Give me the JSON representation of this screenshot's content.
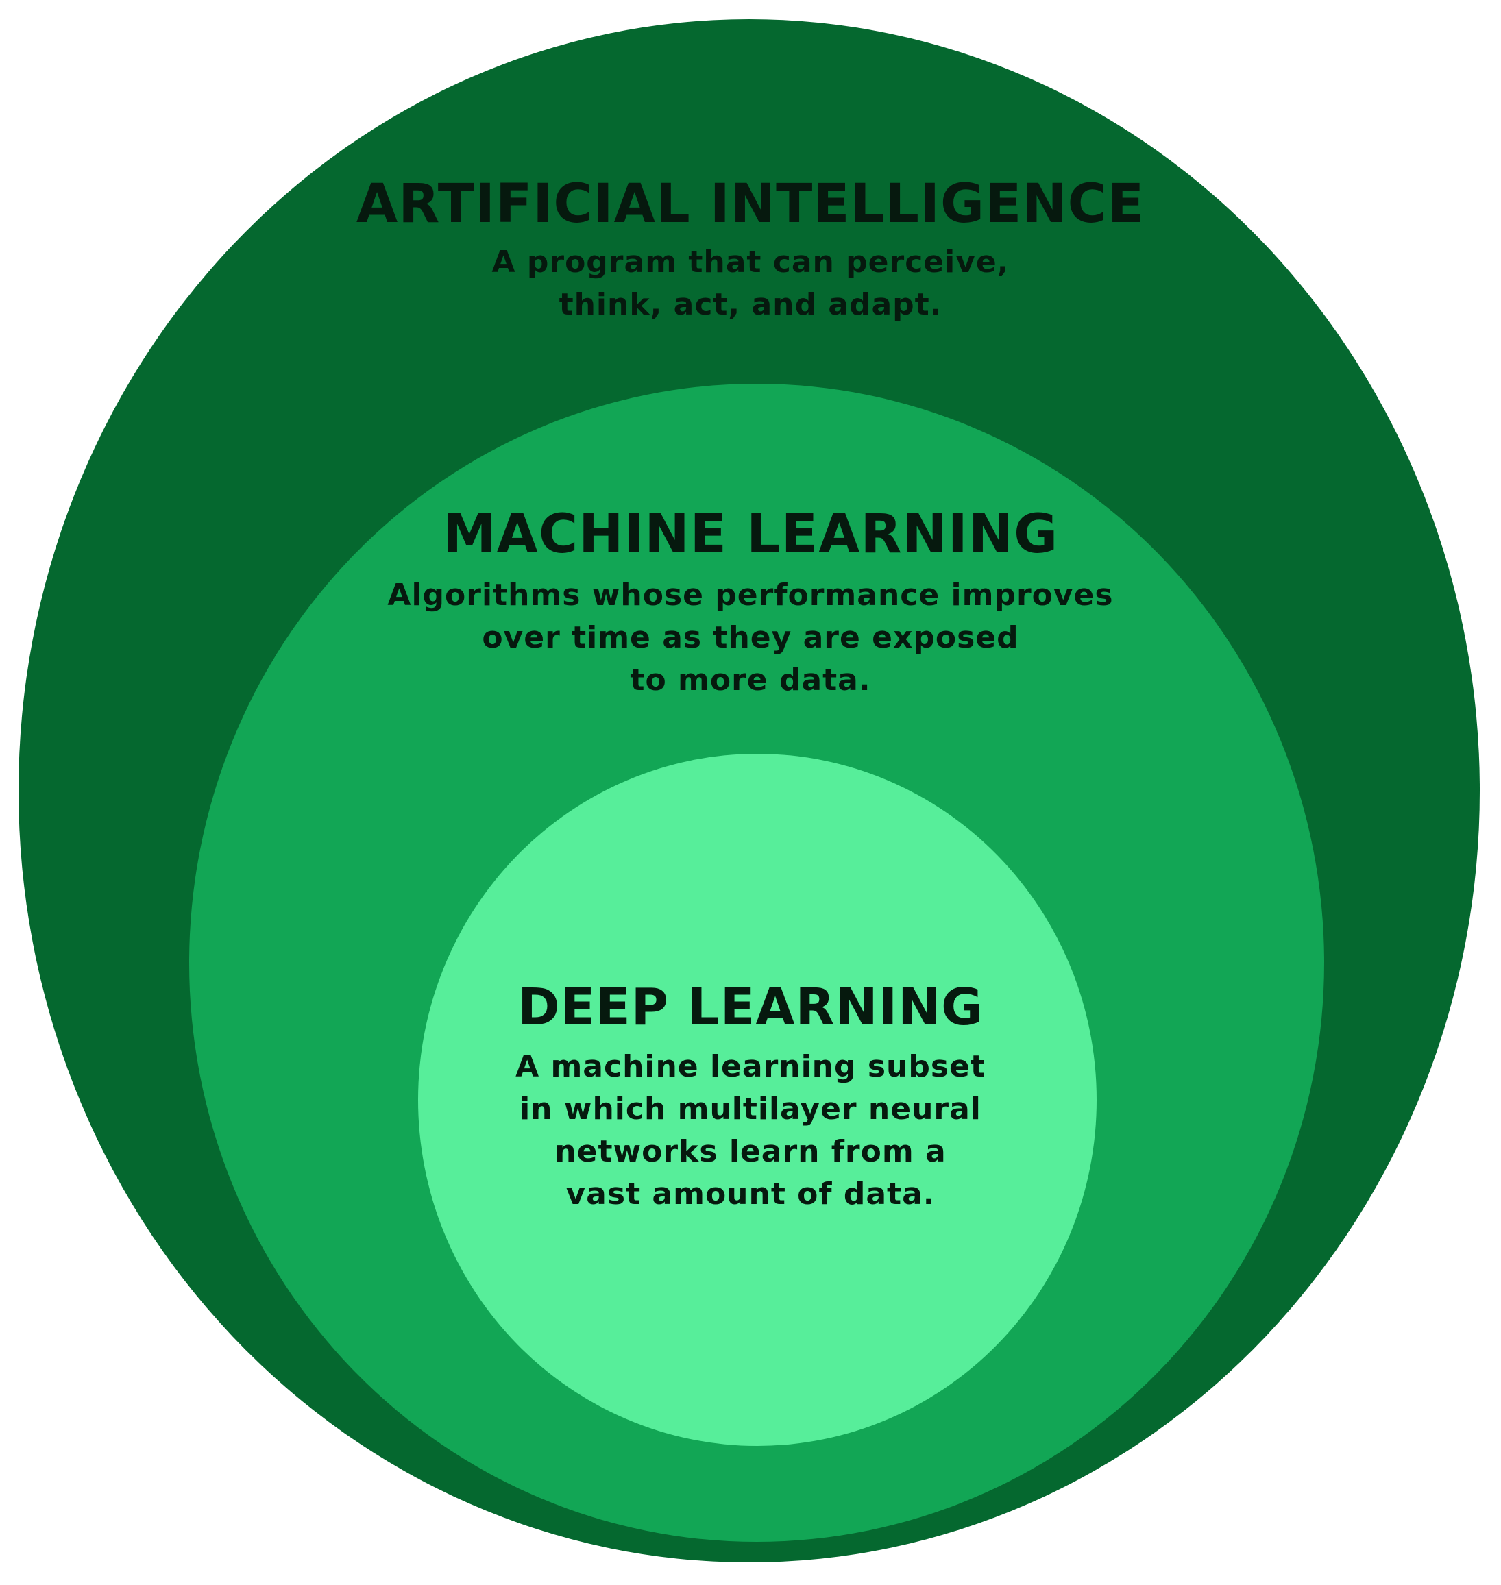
{
  "colors": {
    "outer": "#05682f",
    "middle": "#12a655",
    "inner": "#57ee9a",
    "text": "#06190e"
  },
  "layers": {
    "ai": {
      "title": "ARTIFICIAL INTELLIGENCE",
      "description": "A program that can perceive,\nthink, act, and adapt."
    },
    "ml": {
      "title": "MACHINE LEARNING",
      "description": "Algorithms whose performance improves\nover time as they are exposed\nto more data."
    },
    "dl": {
      "title": "DEEP LEARNING",
      "description": "A machine learning subset\nin which multilayer neural\nnetworks learn from a\nvast amount of data."
    }
  }
}
